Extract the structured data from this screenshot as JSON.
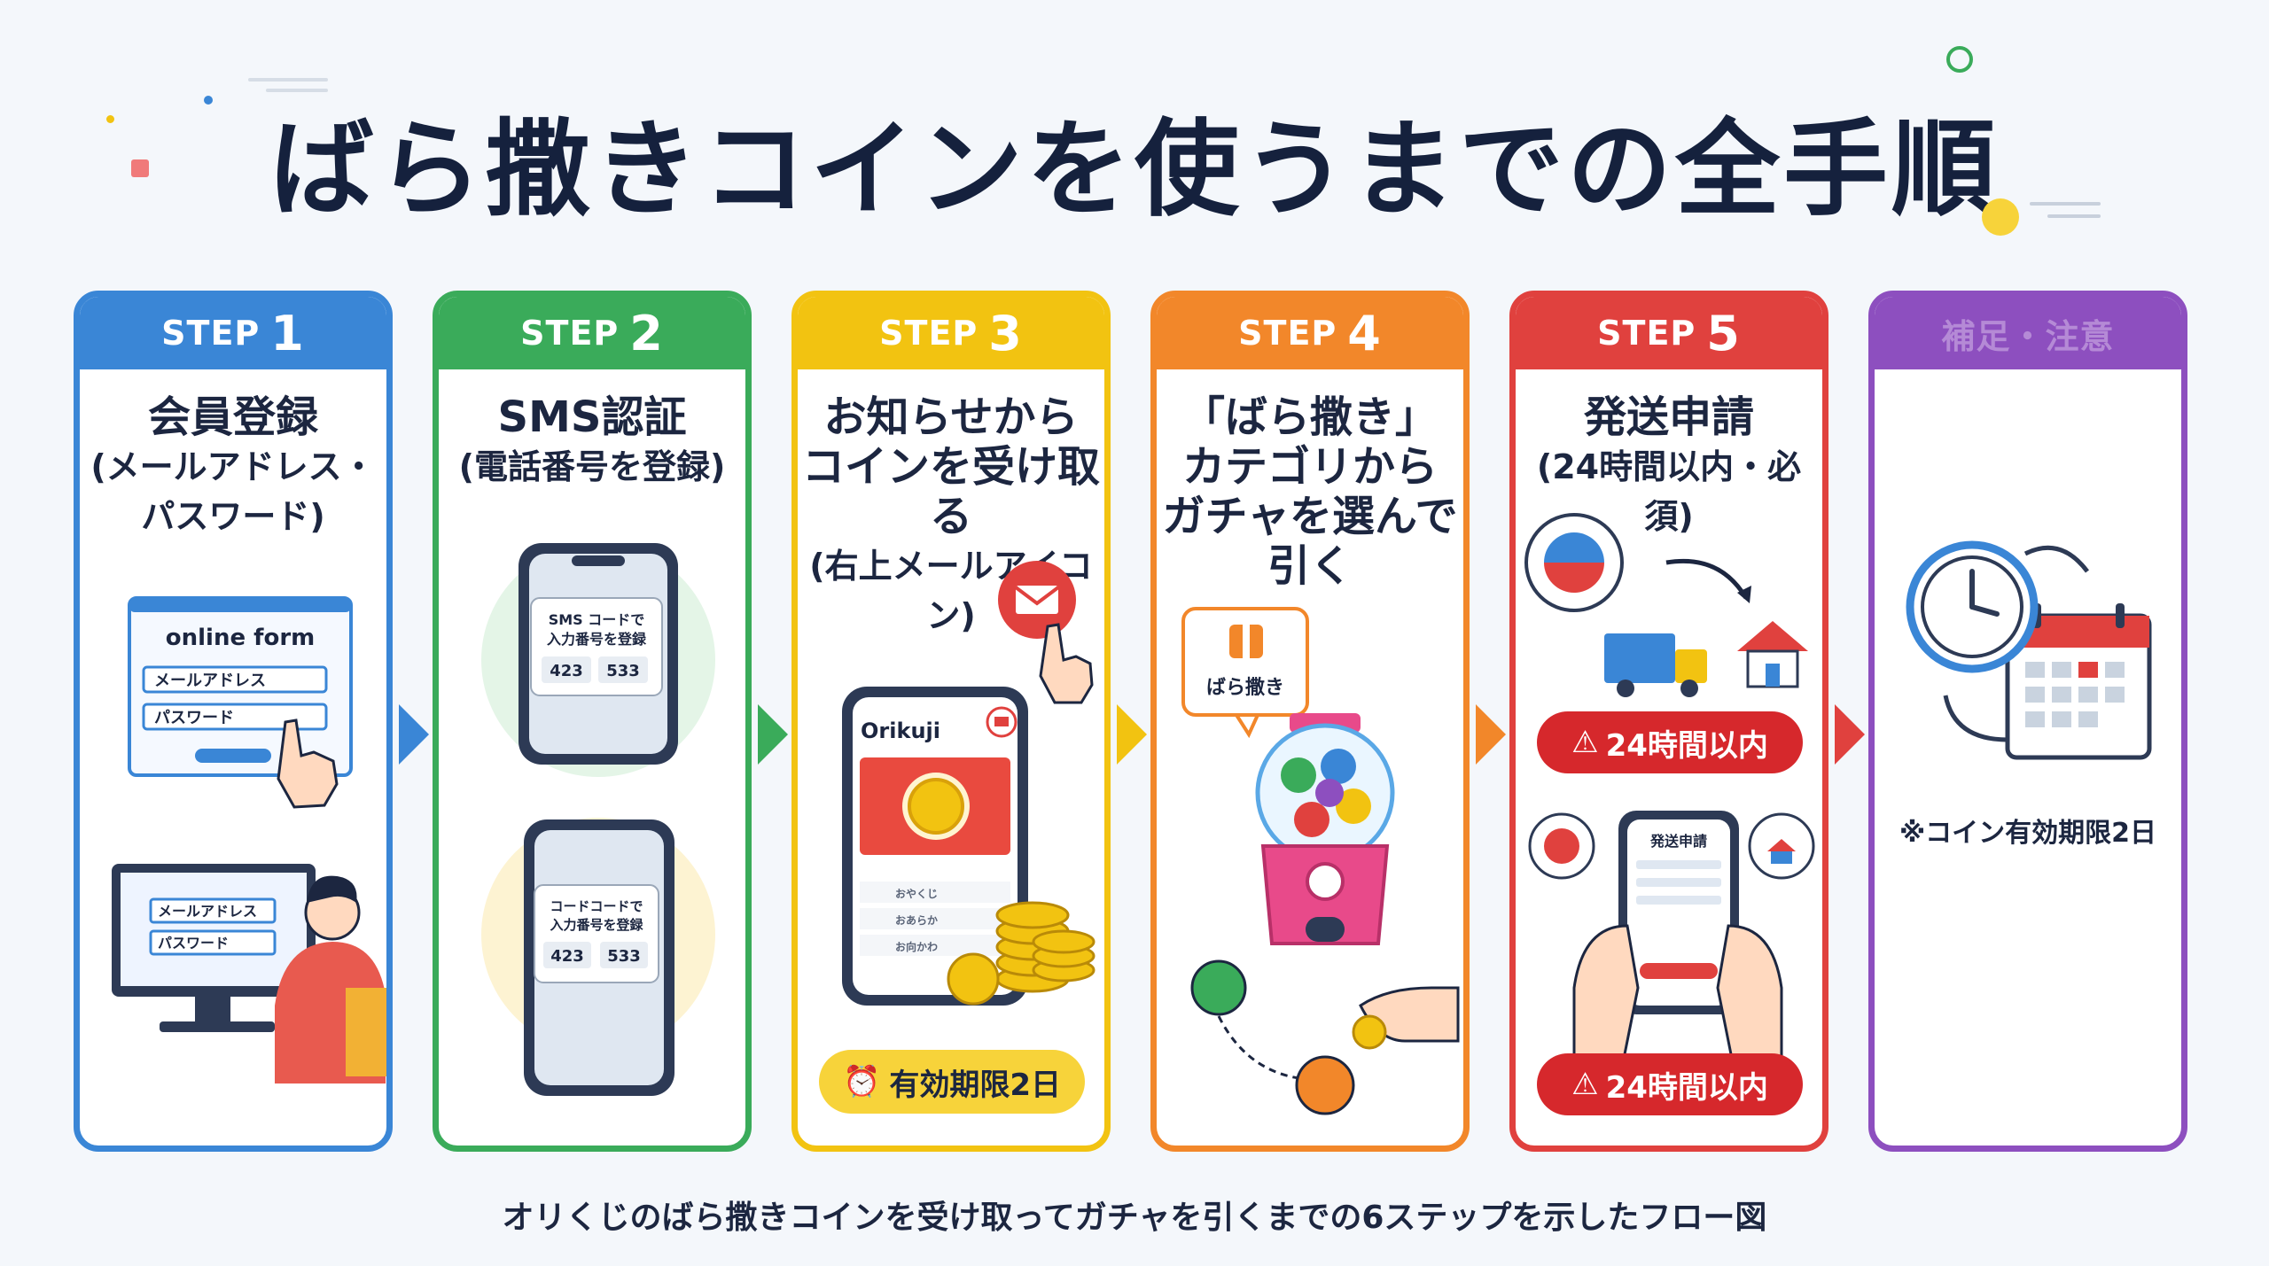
{
  "title": "ばら撒きコインを使うまでの全手順",
  "caption": "オリくじのばら撒きコインを受け取ってガチャを引くまでの6ステップを示したフロー図",
  "colors": {
    "step1": "#3a86d6",
    "step2": "#3aab5a",
    "step3": "#f2c311",
    "step4": "#f2872a",
    "step5": "#e0413e",
    "step6": "#8d4fbf"
  },
  "steps": [
    {
      "prefix": "STEP",
      "num": "1",
      "title": "会員登録",
      "sub1": "(メールアドレス・",
      "sub2": "パスワード)",
      "form_title": "online form",
      "form_email": "メールアドレス",
      "form_pass": "パスワード",
      "pc_email": "メールアドレス",
      "pc_pass": "パスワード"
    },
    {
      "prefix": "STEP",
      "num": "2",
      "title": "SMS認証",
      "sub1": "(電話番号を登録)",
      "phone1_l1": "SMS コードで",
      "phone1_l2": "入力番号を登録",
      "phone1_c1": "423",
      "phone1_c2": "533",
      "phone2_l1": "コードコードで",
      "phone2_l2": "入力番号を登録",
      "phone2_c1": "423",
      "phone2_c2": "533"
    },
    {
      "prefix": "STEP",
      "num": "3",
      "title1": "お知らせから",
      "title2": "コインを受け取る",
      "sub1": "(右上メールアイコン)",
      "app_name": "Orikuji",
      "list1": "おやくじ",
      "list2": "おあらか",
      "list3": "お向かわ",
      "badge": "有効期限2日"
    },
    {
      "prefix": "STEP",
      "num": "4",
      "title1": "「ばら撒き」",
      "title2": "カテゴリから",
      "title3": "ガチャを選んで",
      "title4": "引く",
      "category_label": "ばら撒き"
    },
    {
      "prefix": "STEP",
      "num": "5",
      "title": "発送申請",
      "sub1": "(24時間以内・必須)",
      "warn1": "24時間以内",
      "phone_title": "発送申請",
      "warn2": "24時間以内"
    },
    {
      "header": "補足・注意",
      "note": "※コイン有効期限2日"
    }
  ]
}
